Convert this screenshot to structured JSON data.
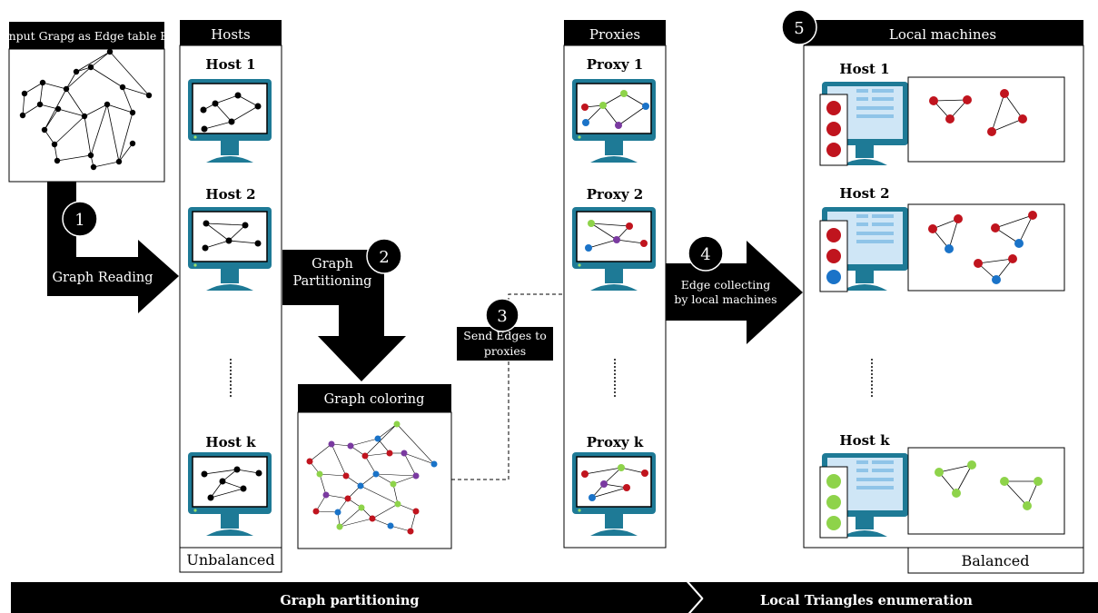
{
  "input": {
    "title": "Input Grapg as Edge table E"
  },
  "hosts": {
    "header": "Hosts",
    "host1": "Host 1",
    "host2": "Host 2",
    "hostk": "Host k",
    "footer": "Unbalanced"
  },
  "proxies": {
    "header": "Proxies",
    "proxy1": "Proxy 1",
    "proxy2": "Proxy 2",
    "proxyk": "Proxy k"
  },
  "local": {
    "header": "Local machines",
    "host1": "Host 1",
    "host2": "Host 2",
    "hostk": "Host k",
    "footer": "Balanced"
  },
  "steps": {
    "s1": {
      "num": "1",
      "label": "Graph Reading"
    },
    "s2": {
      "num": "2",
      "label1": "Graph",
      "label2": "Partitioning"
    },
    "s3": {
      "num": "3",
      "label1": "Send Edges to",
      "label2": "proxies"
    },
    "s4": {
      "num": "4",
      "label1": "Edge collecting",
      "label2": "by local machines"
    },
    "s5": {
      "num": "5"
    }
  },
  "coloring": {
    "title": "Graph coloring"
  },
  "footer": {
    "left": "Graph partitioning",
    "right": "Local Triangles enumeration"
  },
  "colors": {
    "red": "#c0141e",
    "blue": "#1a73c8",
    "green": "#8ed34a",
    "purple": "#7a3aa0",
    "monitor": "#1e7a96",
    "screen": "#cfe6f6"
  }
}
